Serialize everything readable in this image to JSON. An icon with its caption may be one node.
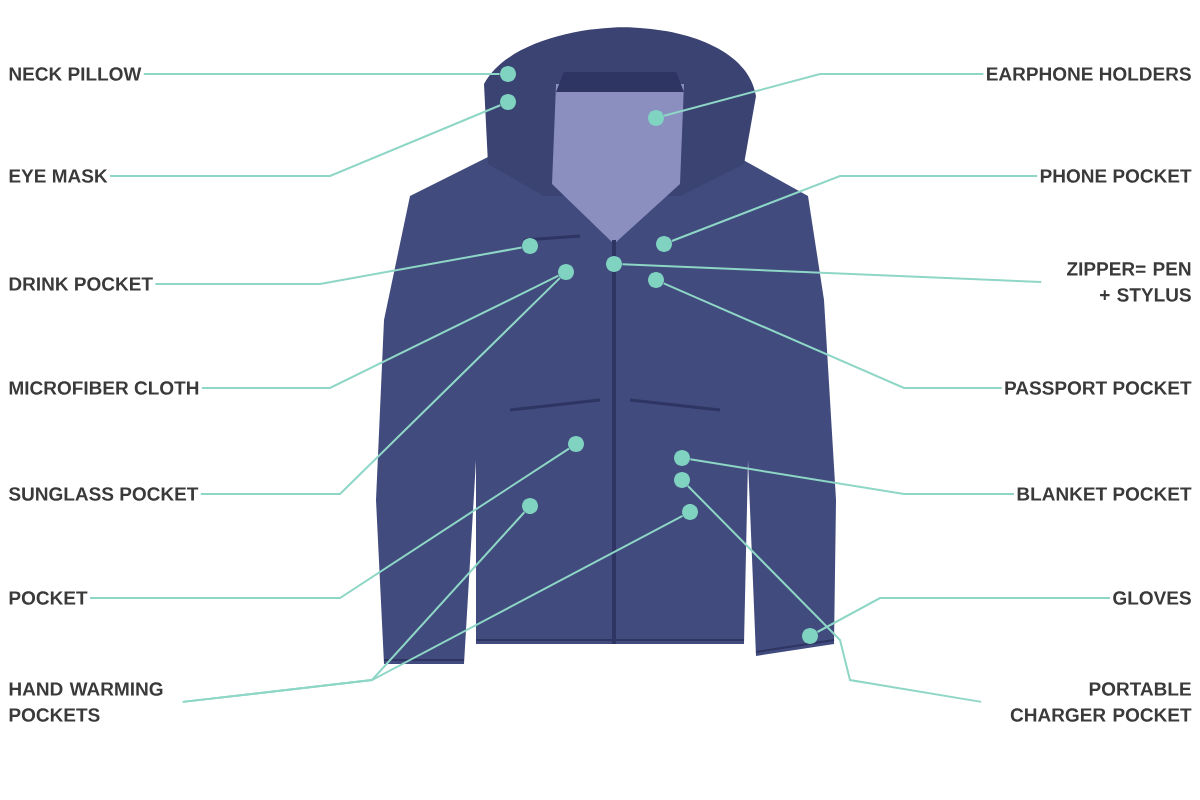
{
  "diagram": {
    "nodes": [
      {
        "text": [
          "NECK PILLOW"
        ]
      },
      {
        "text": [
          "EARPHONE HOLDERS"
        ]
      },
      {
        "text": [
          "EYE MASK"
        ]
      },
      {
        "text": [
          "PHONE POCKET"
        ]
      },
      {
        "text": [
          "DRINK POCKET"
        ]
      },
      {
        "text": [
          "ZIPPER= PEN + STYLUS"
        ]
      },
      {
        "text": [
          "MICROFIBER CLOTH"
        ]
      },
      {
        "text": [
          "PASSPORT POCKET"
        ]
      },
      {
        "text": [
          "SUNGLASS POCKET"
        ]
      },
      {
        "text": [
          "BLANKET POCKET"
        ]
      },
      {
        "text": [
          "POCKET"
        ]
      },
      {
        "text": [
          "GLOVES"
        ]
      },
      {
        "text": [
          "HAND WARMING POCKETS"
        ]
      },
      {
        "text": [
          "PORTABLE CHARGER POCKET"
        ]
      },
      {
        "text": [],
        "shape": "circle"
      },
      {
        "text": [],
        "shape": "circle"
      },
      {
        "text": [],
        "shape": "circle"
      },
      {
        "text": [],
        "shape": "circle"
      },
      {
        "text": [],
        "shape": "circle"
      },
      {
        "text": [],
        "shape": "circle"
      },
      {
        "text": [],
        "shape": "circle"
      },
      {
        "text": [],
        "shape": "circle"
      },
      {
        "text": [],
        "shape": "circle"
      },
      {
        "text": [],
        "shape": "circle"
      },
      {
        "text": [],
        "shape": "circle"
      },
      {
        "text": [],
        "shape": "circle"
      },
      {
        "text": [],
        "shape": "circle"
      },
      {
        "text": [],
        "shape": "circle"
      }
    ],
    "edges": [
      {
        "from": 0,
        "to": 14,
        "arrow": "none"
      },
      {
        "from": 1,
        "to": 16,
        "arrow": "none"
      },
      {
        "from": 2,
        "to": 15,
        "arrow": "none"
      },
      {
        "from": 3,
        "to": 17,
        "arrow": "none"
      },
      {
        "from": 4,
        "to": 18,
        "arrow": "none"
      },
      {
        "from": 5,
        "to": 19,
        "arrow": "none"
      },
      {
        "from": 6,
        "to": 20,
        "arrow": "none"
      },
      {
        "from": 7,
        "to": 21,
        "arrow": "none"
      },
      {
        "from": 8,
        "to": 20,
        "arrow": "none"
      },
      {
        "from": 9,
        "to": 23,
        "arrow": "none"
      },
      {
        "from": 10,
        "to": 22,
        "arrow": "none"
      },
      {
        "from": 11,
        "to": 27,
        "arrow": "none"
      },
      {
        "from": 12,
        "to": 25,
        "arrow": "none"
      },
      {
        "from": 12,
        "to": 26,
        "arrow": "none"
      },
      {
        "from": 13,
        "to": 24,
        "arrow": "none"
      }
    ]
  }
}
